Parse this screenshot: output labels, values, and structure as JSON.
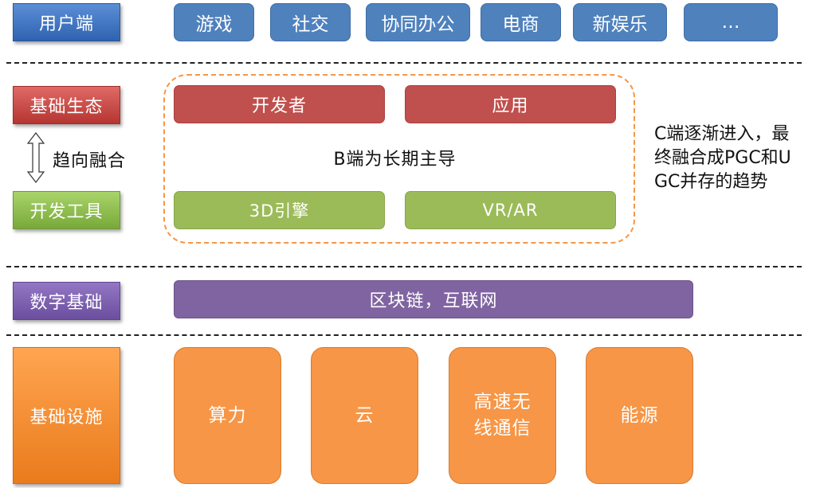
{
  "layers": {
    "user": {
      "label": "用户端",
      "items": [
        "游戏",
        "社交",
        "协同办公",
        "电商",
        "新娱乐",
        "…"
      ]
    },
    "ecosystem": {
      "label": "基础生态",
      "items": [
        "开发者",
        "应用"
      ]
    },
    "convergence_label": "趋向融合",
    "dev_tools": {
      "label": "开发工具",
      "items": [
        "3D引擎",
        "VR/AR"
      ]
    },
    "center_caption": "B端为长期主导",
    "side_note": "C端逐渐进入，最终融合成PGC和UGC并存的趋势",
    "digital": {
      "label": "数字基础",
      "bar": "区块链，互联网"
    },
    "infrastructure": {
      "label": "基础设施",
      "items": [
        "算力",
        "云",
        "高速无线通信",
        "能源"
      ]
    }
  },
  "colors": {
    "blue": "#4f81bd",
    "red": "#c0504d",
    "green": "#9bbb59",
    "purple": "#8064a2",
    "orange": "#f79646"
  }
}
